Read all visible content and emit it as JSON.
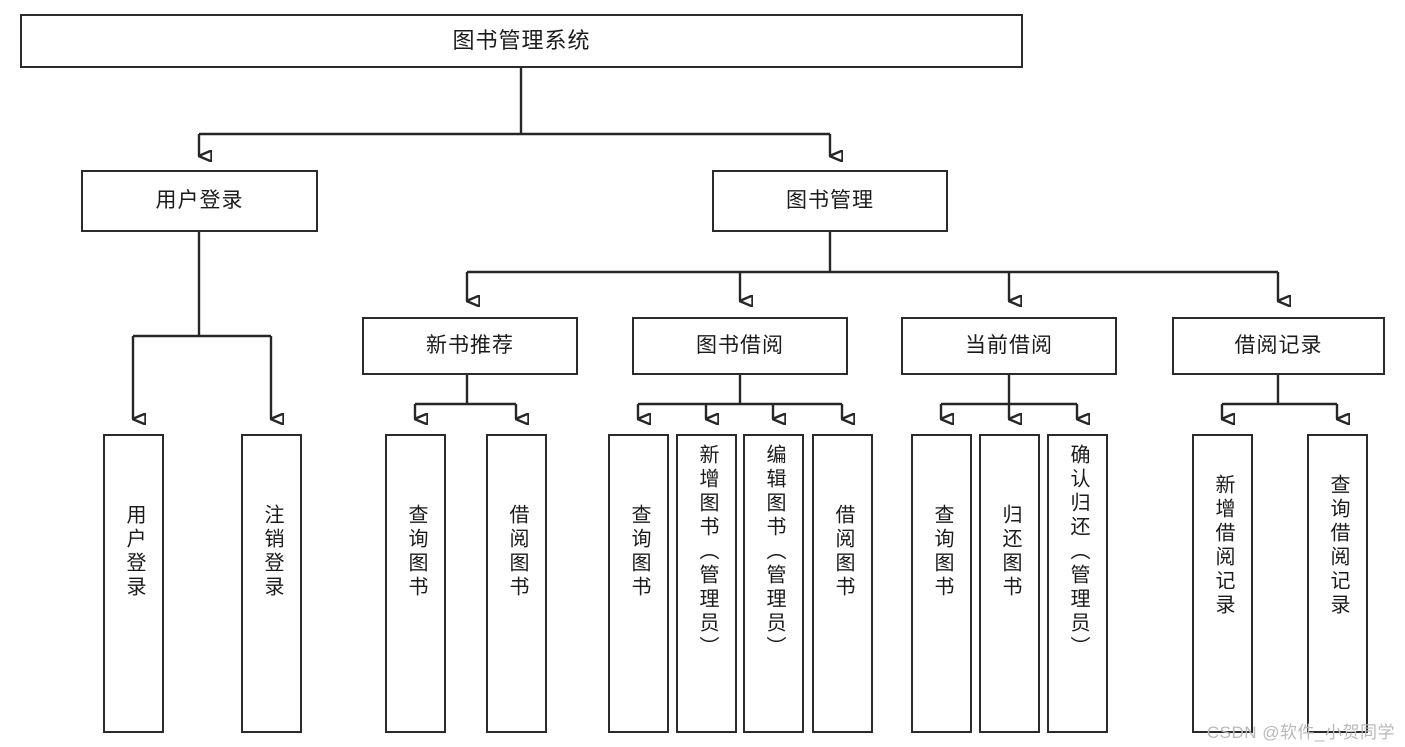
{
  "diagram": {
    "title": "图书管理系统",
    "watermark": "CSDN @软件_小贺同学",
    "levels": {
      "root": {
        "label": "图书管理系统"
      },
      "level2": [
        {
          "label": "用户登录"
        },
        {
          "label": "图书管理"
        }
      ],
      "level3": [
        {
          "label": "新书推荐"
        },
        {
          "label": "图书借阅"
        },
        {
          "label": "当前借阅"
        },
        {
          "label": "借阅记录"
        }
      ],
      "leaves": [
        {
          "label": "用户登录"
        },
        {
          "label": "注销登录"
        },
        {
          "label": "查询图书"
        },
        {
          "label": "借阅图书"
        },
        {
          "label": "查询图书"
        },
        {
          "label": "新增图书（管理员）"
        },
        {
          "label": "编辑图书（管理员）"
        },
        {
          "label": "借阅图书"
        },
        {
          "label": "查询图书"
        },
        {
          "label": "归还图书"
        },
        {
          "label": "确认归还（管理员）"
        },
        {
          "label": "新增借阅记录"
        },
        {
          "label": "查询借阅记录"
        }
      ]
    },
    "colors": {
      "line": "#262626",
      "border": "#2b2b2b",
      "text": "#1b1b1b",
      "background": "#ffffff",
      "watermark": "#b9b9b9"
    }
  },
  "chart_data": {
    "type": "diagram",
    "subtype": "tree / function-structure chart",
    "title": "图书管理系统",
    "orientation": "top-down",
    "nodes": [
      {
        "id": "root",
        "label": "图书管理系统",
        "level": 0,
        "parent": null
      },
      {
        "id": "n-user-login",
        "label": "用户登录",
        "level": 1,
        "parent": "root"
      },
      {
        "id": "n-book-mgmt",
        "label": "图书管理",
        "level": 1,
        "parent": "root"
      },
      {
        "id": "n-newbook",
        "label": "新书推荐",
        "level": 2,
        "parent": "n-book-mgmt"
      },
      {
        "id": "n-borrow",
        "label": "图书借阅",
        "level": 2,
        "parent": "n-book-mgmt"
      },
      {
        "id": "n-current",
        "label": "当前借阅",
        "level": 2,
        "parent": "n-book-mgmt"
      },
      {
        "id": "n-record",
        "label": "借阅记录",
        "level": 2,
        "parent": "n-book-mgmt"
      },
      {
        "id": "l1",
        "label": "用户登录",
        "level": 2,
        "parent": "n-user-login"
      },
      {
        "id": "l2",
        "label": "注销登录",
        "level": 2,
        "parent": "n-user-login"
      },
      {
        "id": "l3",
        "label": "查询图书",
        "level": 3,
        "parent": "n-newbook"
      },
      {
        "id": "l4",
        "label": "借阅图书",
        "level": 3,
        "parent": "n-newbook"
      },
      {
        "id": "l5",
        "label": "查询图书",
        "level": 3,
        "parent": "n-borrow"
      },
      {
        "id": "l6",
        "label": "新增图书（管理员）",
        "level": 3,
        "parent": "n-borrow"
      },
      {
        "id": "l7",
        "label": "编辑图书（管理员）",
        "level": 3,
        "parent": "n-borrow"
      },
      {
        "id": "l8",
        "label": "借阅图书",
        "level": 3,
        "parent": "n-borrow"
      },
      {
        "id": "l9",
        "label": "查询图书",
        "level": 3,
        "parent": "n-current"
      },
      {
        "id": "l10",
        "label": "归还图书",
        "level": 3,
        "parent": "n-current"
      },
      {
        "id": "l11",
        "label": "确认归还（管理员）",
        "level": 3,
        "parent": "n-current"
      },
      {
        "id": "l12",
        "label": "新增借阅记录",
        "level": 3,
        "parent": "n-record"
      },
      {
        "id": "l13",
        "label": "查询借阅记录",
        "level": 3,
        "parent": "n-record"
      }
    ],
    "edges": [
      [
        "root",
        "n-user-login"
      ],
      [
        "root",
        "n-book-mgmt"
      ],
      [
        "n-user-login",
        "l1"
      ],
      [
        "n-user-login",
        "l2"
      ],
      [
        "n-book-mgmt",
        "n-newbook"
      ],
      [
        "n-book-mgmt",
        "n-borrow"
      ],
      [
        "n-book-mgmt",
        "n-current"
      ],
      [
        "n-book-mgmt",
        "n-record"
      ],
      [
        "n-newbook",
        "l3"
      ],
      [
        "n-newbook",
        "l4"
      ],
      [
        "n-borrow",
        "l5"
      ],
      [
        "n-borrow",
        "l6"
      ],
      [
        "n-borrow",
        "l7"
      ],
      [
        "n-borrow",
        "l8"
      ],
      [
        "n-current",
        "l9"
      ],
      [
        "n-current",
        "l10"
      ],
      [
        "n-current",
        "l11"
      ],
      [
        "n-record",
        "l12"
      ],
      [
        "n-record",
        "l13"
      ]
    ]
  }
}
